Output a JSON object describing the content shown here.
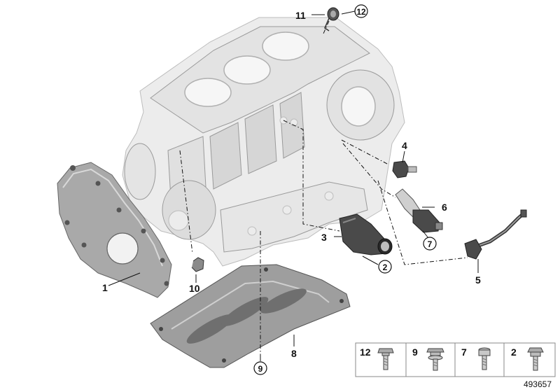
{
  "callouts": {
    "c1": "1",
    "c2": "2",
    "c3": "3",
    "c4": "4",
    "c5": "5",
    "c6": "6",
    "c7": "7",
    "c8": "8",
    "c9": "9",
    "c10": "10",
    "c11": "11",
    "c12": "12"
  },
  "legend": {
    "items": [
      "12",
      "9",
      "7",
      "2"
    ]
  },
  "document_number": "493657"
}
